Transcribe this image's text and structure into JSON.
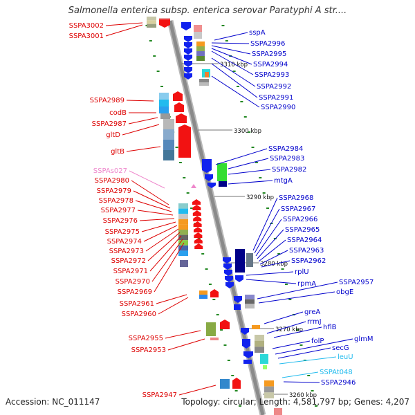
{
  "title": "Salmonella enterica subsp. enterica serovar Paratyphi A str....",
  "footer": {
    "accession": "Accession: NC_011147",
    "summary": "Topology: circular; Length: 4,581,797 bp; Genes: 4,207"
  },
  "colors": {
    "backbone": "#8a8a8a",
    "left_label": "#dd0000",
    "right_label": "#0000cc",
    "rna_label_pink": "#ee88cc",
    "trna_label_cyan": "#22bbee",
    "tick_mark": "#228822"
  },
  "ticks": [
    "3310 kbp",
    "3300 kbp",
    "3290 kbp",
    "3280 kbp",
    "3270 kbp",
    "3260 kbp"
  ],
  "left_labels": [
    "SSPA3002",
    "SSPA3001",
    "SSPA2989",
    "codB",
    "SSPA2987",
    "gltD",
    "gltB",
    "SSPAs027",
    "SSPA2980",
    "SSPA2979",
    "SSPA2978",
    "SSPA2977",
    "SSPA2976",
    "SSPA2975",
    "SSPA2974",
    "SSPA2973",
    "SSPA2972",
    "SSPA2971",
    "SSPA2970",
    "SSPA2969",
    "SSPA2961",
    "SSPA2960",
    "SSPA2955",
    "SSPA2953",
    "SSPA2947"
  ],
  "right_labels": [
    "sspA",
    "SSPA2996",
    "SSPA2995",
    "SSPA2994",
    "SSPA2993",
    "SSPA2992",
    "SSPA2991",
    "SSPA2990",
    "SSPA2984",
    "SSPA2983",
    "SSPA2982",
    "mtgA",
    "SSPA2968",
    "SSPA2967",
    "SSPA2966",
    "SSPA2965",
    "SSPA2964",
    "SSPA2963",
    "SSPA2962",
    "rplU",
    "rpmA",
    "SSPA2957",
    "obgE",
    "greA",
    "rrmJ",
    "hflB",
    "folP",
    "glmM",
    "secG",
    "leuU",
    "SSPAt048",
    "SSPA2946"
  ]
}
